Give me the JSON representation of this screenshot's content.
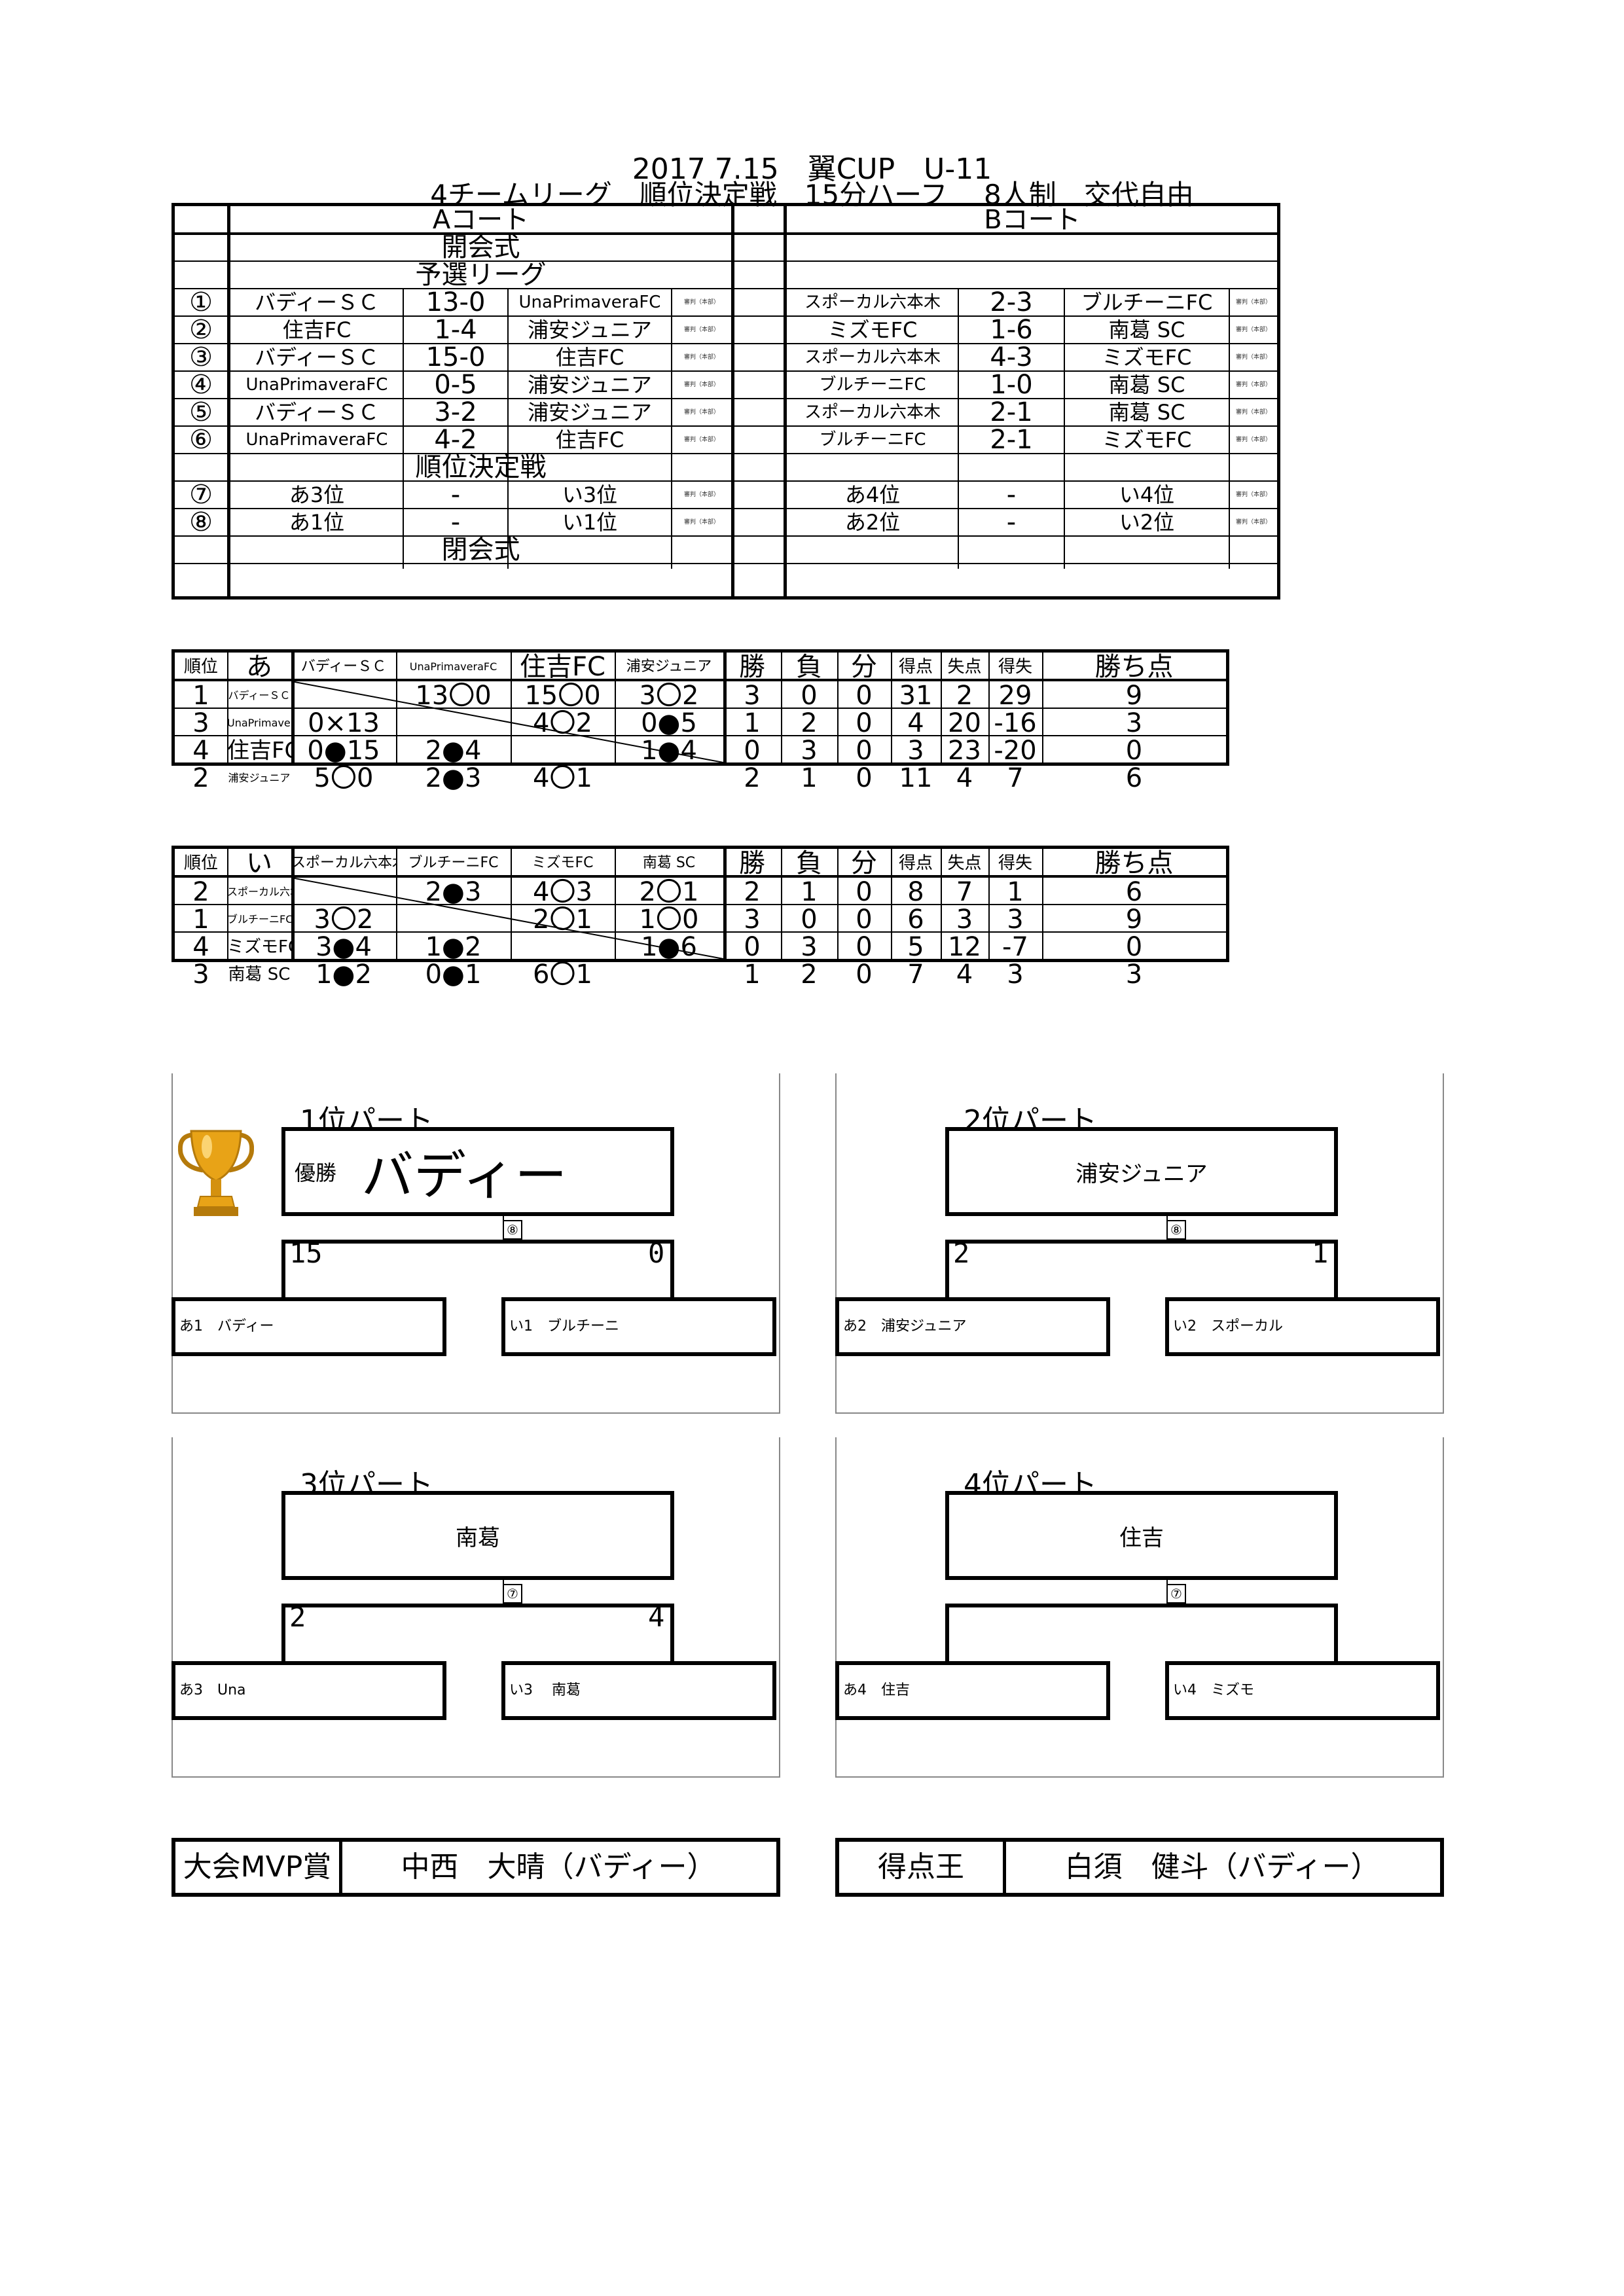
{
  "header": {
    "title": "2017 7.15　翼CUP　U-11",
    "subtitle": "4チームリーグ　順位決定戦　15分ハーフ　 8人制　交代自由"
  },
  "schedule": {
    "courtA": "Aコート",
    "courtB": "Bコート",
    "opening": "開会式",
    "prelim": "予選リーグ",
    "placement": "順位決定戦",
    "closing": "閉会式",
    "ref": "審判（本部）",
    "matches": [
      {
        "no": "①",
        "a1": "バディーＳＣ",
        "as": "13-0",
        "a2": "UnaPrimaveraFC",
        "b1": "スポーカル六本木",
        "bs": "2-3",
        "b2": "ブルチーニFC"
      },
      {
        "no": "②",
        "a1": "住吉FC",
        "as": "1-4",
        "a2": "浦安ジュニア",
        "b1": "ミズモFC",
        "bs": "1-6",
        "b2": "南葛 SC"
      },
      {
        "no": "③",
        "a1": "バディーＳＣ",
        "as": "15-0",
        "a2": "住吉FC",
        "b1": "スポーカル六本木",
        "bs": "4-3",
        "b2": "ミズモFC"
      },
      {
        "no": "④",
        "a1": "UnaPrimaveraFC",
        "as": "0-5",
        "a2": "浦安ジュニア",
        "b1": "ブルチーニFC",
        "bs": "1-0",
        "b2": "南葛 SC"
      },
      {
        "no": "⑤",
        "a1": "バディーＳＣ",
        "as": "3-2",
        "a2": "浦安ジュニア",
        "b1": "スポーカル六本木",
        "bs": "2-1",
        "b2": "南葛 SC"
      },
      {
        "no": "⑥",
        "a1": "UnaPrimaveraFC",
        "as": "4-2",
        "a2": "住吉FC",
        "b1": "ブルチーニFC",
        "bs": "2-1",
        "b2": "ミズモFC"
      }
    ],
    "finals": [
      {
        "no": "⑦",
        "a1": "あ3位",
        "as": "-",
        "a2": "い3位",
        "b1": "あ4位",
        "bs": "-",
        "b2": "い4位"
      },
      {
        "no": "⑧",
        "a1": "あ1位",
        "as": "-",
        "a2": "い1位",
        "b1": "あ2位",
        "bs": "-",
        "b2": "い2位"
      }
    ]
  },
  "groupA": {
    "headers": [
      "順位",
      "あ",
      "バディーＳＣ",
      "UnaPrimaveraFC",
      "住吉FC",
      "浦安ジュニア",
      "勝",
      "負",
      "分",
      "得点",
      "失点",
      "得失",
      "勝ち点"
    ],
    "rows": [
      [
        "1",
        "バディーＳＣ",
        "",
        "13〇0",
        "15〇0",
        "3〇2",
        "3",
        "0",
        "0",
        "31",
        "2",
        "29",
        "9"
      ],
      [
        "3",
        "UnaPrimaveraFC",
        "0×13",
        "",
        "4〇2",
        "0●5",
        "1",
        "2",
        "0",
        "4",
        "20",
        "-16",
        "3"
      ],
      [
        "4",
        "住吉FC",
        "0●15",
        "2●4",
        "",
        "1●4",
        "0",
        "3",
        "0",
        "3",
        "23",
        "-20",
        "0"
      ],
      [
        "2",
        "浦安ジュニア",
        "5〇0",
        "2●3",
        "4〇1",
        "",
        "2",
        "1",
        "0",
        "11",
        "4",
        "7",
        "6"
      ]
    ]
  },
  "groupI": {
    "headers": [
      "順位",
      "い",
      "スポーカル六本木",
      "ブルチーニFC",
      "ミズモFC",
      "南葛 SC",
      "勝",
      "負",
      "分",
      "得点",
      "失点",
      "得失",
      "勝ち点"
    ],
    "rows": [
      [
        "2",
        "スポーカル六本木",
        "",
        "2●3",
        "4〇3",
        "2〇1",
        "2",
        "1",
        "0",
        "8",
        "7",
        "1",
        "6"
      ],
      [
        "1",
        "ブルチーニFC",
        "3〇2",
        "",
        "2〇1",
        "1〇0",
        "3",
        "0",
        "0",
        "6",
        "3",
        "3",
        "9"
      ],
      [
        "4",
        "ミズモFC",
        "3●4",
        "1●2",
        "",
        "1●6",
        "0",
        "3",
        "0",
        "5",
        "12",
        "-7",
        "0"
      ],
      [
        "3",
        "南葛 SC",
        "1●2",
        "0●1",
        "6〇1",
        "",
        "1",
        "2",
        "0",
        "7",
        "4",
        "3",
        "3"
      ]
    ]
  },
  "brackets": [
    {
      "part": "1位パート",
      "winner": "バディー",
      "prefix": "優勝",
      "match": "⑧",
      "s1": "15",
      "s2": "0",
      "t1": "あ1　バディー",
      "t2": "い1　ブルチーニ"
    },
    {
      "part": "2位パート",
      "winner": "浦安ジュニア",
      "prefix": "",
      "match": "⑧",
      "s1": "2",
      "s2": "1",
      "t1": "あ2　浦安ジュニア",
      "t2": "い2　スポーカル"
    },
    {
      "part": "3位パート",
      "winner": "南葛",
      "prefix": "",
      "match": "⑦",
      "s1": "2",
      "s2": "4",
      "t1": "あ3　Una",
      "t2": "い3　 南葛"
    },
    {
      "part": "4位パート",
      "winner": "住吉",
      "prefix": "",
      "match": "⑦",
      "s1": "",
      "s2": "",
      "t1": "あ4　住吉",
      "t2": "い4　ミズモ"
    }
  ],
  "awards": {
    "mvp_label": "大会MVP賞",
    "mvp": "中西　大晴（バディー）",
    "scorer_label": "得点王",
    "scorer": "白須　健斗（バディー）"
  },
  "colors": {
    "trophy": "#E8A317",
    "trophy_dark": "#B57A0B"
  }
}
